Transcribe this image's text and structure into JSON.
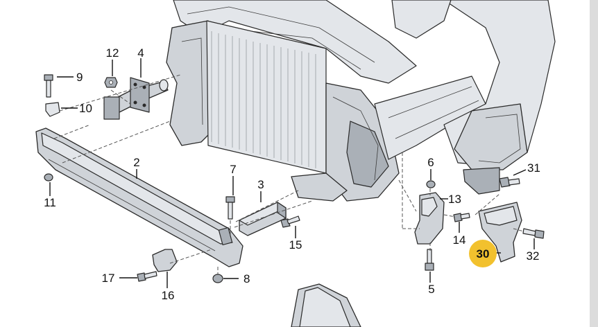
{
  "callouts": [
    {
      "id": "c1",
      "text": "12"
    },
    {
      "id": "c2",
      "text": "4"
    },
    {
      "id": "c3",
      "text": "9"
    },
    {
      "id": "c4",
      "text": "10"
    },
    {
      "id": "c5",
      "text": "2"
    },
    {
      "id": "c6",
      "text": "11"
    },
    {
      "id": "c7",
      "text": "7"
    },
    {
      "id": "c8",
      "text": "3"
    },
    {
      "id": "c9",
      "text": "15"
    },
    {
      "id": "c10",
      "text": "17"
    },
    {
      "id": "c11",
      "text": "16"
    },
    {
      "id": "c12",
      "text": "8"
    },
    {
      "id": "c13",
      "text": "6"
    },
    {
      "id": "c14",
      "text": "13"
    },
    {
      "id": "c15",
      "text": "14"
    },
    {
      "id": "c16",
      "text": "5"
    },
    {
      "id": "c17",
      "text": "31"
    },
    {
      "id": "c18",
      "text": "30"
    },
    {
      "id": "c19",
      "text": "32"
    }
  ],
  "highlight": {
    "color": "#f2c12e",
    "callout": "30"
  },
  "colors": {
    "part_fill": "#cfd3d8",
    "line": "#111111"
  }
}
